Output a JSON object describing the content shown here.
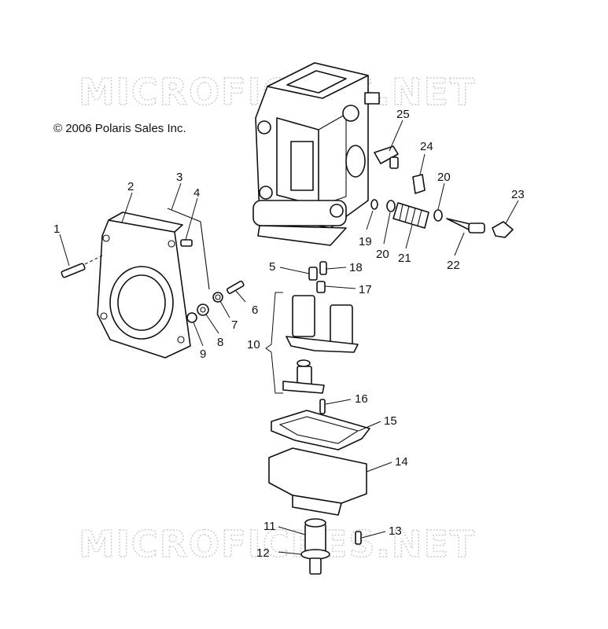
{
  "watermark": {
    "top": "MICROFICHES.NET",
    "bottom": "MICROFICHES.NET"
  },
  "copyright": "© 2006 Polaris Sales Inc.",
  "callouts": [
    "1",
    "2",
    "3",
    "4",
    "5",
    "6",
    "7",
    "8",
    "9",
    "10",
    "11",
    "12",
    "13",
    "14",
    "15",
    "16",
    "17",
    "18",
    "19",
    "20",
    "20",
    "21",
    "22",
    "23",
    "24",
    "25"
  ]
}
